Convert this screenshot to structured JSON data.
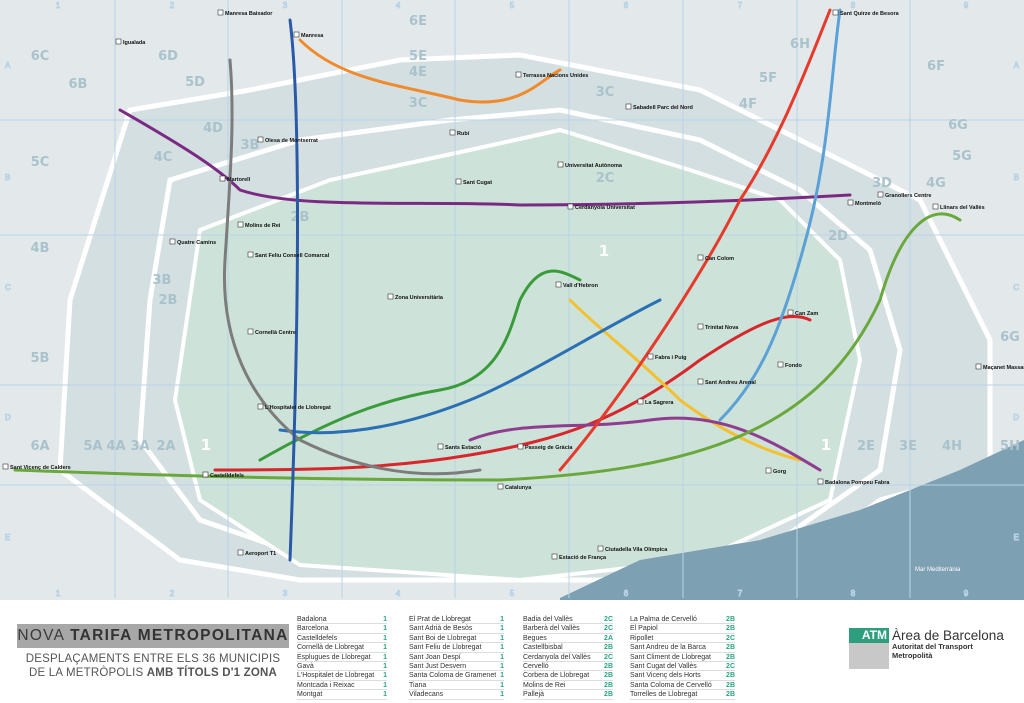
{
  "map": {
    "columns": [
      "1",
      "2",
      "3",
      "4",
      "5",
      "6",
      "7",
      "8",
      "9"
    ],
    "rows": [
      "A",
      "B",
      "C",
      "D",
      "E"
    ],
    "zones": [
      "6C",
      "6D",
      "6E",
      "5E",
      "4E",
      "6B",
      "5D",
      "4D",
      "4C",
      "3B",
      "3C",
      "3C",
      "2C",
      "6H",
      "6F",
      "5F",
      "4F",
      "6G",
      "5G",
      "5C",
      "4G",
      "3D",
      "2D",
      "2B",
      "1",
      "4B",
      "3B",
      "2B",
      "5B",
      "6G",
      "6A",
      "5A",
      "4A",
      "3A",
      "2A",
      "1",
      "2E",
      "3E",
      "4H",
      "5H",
      "1"
    ],
    "sea_label": "Mar Mediterrània",
    "stations": [
      "Igualada",
      "Manresa Baixador",
      "Manresa",
      "Martorell",
      "Molins de Rei",
      "Sant Cugat",
      "Rubí",
      "Terrassa Nacions Unides",
      "Sabadell Parc del Nord",
      "Cerdanyola Universitat",
      "Universitat Autònoma",
      "Granollers Centre",
      "Sant Quirze de Besora",
      "Montmeló",
      "Can Colom",
      "Can Zam",
      "Fondo",
      "Badalona Pompeu Fabra",
      "Zona Universitària",
      "Catalunya",
      "Passeig de Gràcia",
      "Sants Estació",
      "Cornellà Centre",
      "L'Hospitalet de Llobregat",
      "Castelldefels",
      "Aeroport T1",
      "Sant Vicenç de Calders",
      "Maçanet Massanes",
      "Sant Andreu Arenal",
      "La Sagrera",
      "Vall d'Hebron",
      "Trinitat Nova",
      "Fabra i Puig",
      "Estació de França",
      "Ciutadella Vila Olímpica",
      "Gorg",
      "Olesa de Montserrat",
      "Quatre Camins",
      "Sant Feliu Consell Comarcal",
      "Llinars del Vallès"
    ]
  },
  "legend": {
    "title_light": "NOVA",
    "title_bold": "TARIFA METROPOLITANA",
    "subtitle_line1": "DESPLAÇAMENTS ENTRE ELS 36 MUNICIPIS",
    "subtitle_line2_light": "DE LA METRÒPOLIS",
    "subtitle_line2_bold": "AMB TÍTOLS D'1 ZONA",
    "columns": [
      [
        [
          "Badalona",
          "1"
        ],
        [
          "Barcelona",
          "1"
        ],
        [
          "Castelldefels",
          "1"
        ],
        [
          "Cornellà de Llobregat",
          "1"
        ],
        [
          "Esplugues de Llobregat",
          "1"
        ],
        [
          "Gavà",
          "1"
        ],
        [
          "L'Hospitalet de Llobregat",
          "1"
        ],
        [
          "Montcada i Reixac",
          "1"
        ],
        [
          "Montgat",
          "1"
        ]
      ],
      [
        [
          "El Prat de Llobregat",
          "1"
        ],
        [
          "Sant Adrià de Besòs",
          "1"
        ],
        [
          "Sant Boi de Llobregat",
          "1"
        ],
        [
          "Sant Feliu de Llobregat",
          "1"
        ],
        [
          "Sant Joan Despí",
          "1"
        ],
        [
          "Sant Just Desvern",
          "1"
        ],
        [
          "Santa Coloma de Gramenet",
          "1"
        ],
        [
          "Tiana",
          "1"
        ],
        [
          "Viladecans",
          "1"
        ]
      ],
      [
        [
          "Badia del Vallès",
          "2C"
        ],
        [
          "Barberà del Vallès",
          "2C"
        ],
        [
          "Begues",
          "2A"
        ],
        [
          "Castellbisbal",
          "2B"
        ],
        [
          "Cerdanyola del Vallès",
          "2C"
        ],
        [
          "Cervelló",
          "2B"
        ],
        [
          "Corbera de Llobregat",
          "2B"
        ],
        [
          "Molins de Rei",
          "2B"
        ],
        [
          "Pallejà",
          "2B"
        ]
      ],
      [
        [
          "La Palma de Cervelló",
          "2B"
        ],
        [
          "El Papiol",
          "2B"
        ],
        [
          "Ripollet",
          "2C"
        ],
        [
          "Sant Andreu de la Barca",
          "2B"
        ],
        [
          "Sant Climent de Llobregat",
          "2B"
        ],
        [
          "Sant Cugat del Vallès",
          "2C"
        ],
        [
          "Sant Vicenç dels Horts",
          "2B"
        ],
        [
          "Santa Coloma de Cervelló",
          "2B"
        ],
        [
          "Torrelles de Llobregat",
          "2B"
        ]
      ]
    ]
  },
  "logo": {
    "mark": "ATM",
    "name": "Àrea de Barcelona",
    "line1": "Autoritat del Transport",
    "line2": "Metropolità",
    "brand_color": "#2e9f7e"
  }
}
